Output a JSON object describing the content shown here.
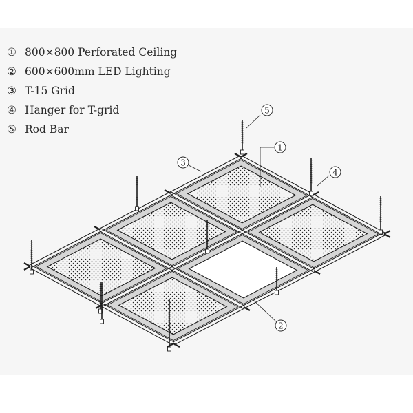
{
  "legend": [
    {
      "num": "①",
      "text": "800×800 Perforated Ceiling"
    },
    {
      "num": "②",
      "text": "600×600mm LED Lighting"
    },
    {
      "num": "③",
      "text": "T-15 Grid"
    },
    {
      "num": "④",
      "text": "Hanger for T-grid"
    },
    {
      "num": "⑤",
      "text": "Rod Bar"
    }
  ],
  "callouts": {
    "c1": "1",
    "c2": "2",
    "c3": "3",
    "c4": "4",
    "c5": "5"
  },
  "colors": {
    "panel_bg": "#f6f6f6",
    "line": "#1e1e1e",
    "frame": "#d6d6d6",
    "perforation": "#2a2a2a",
    "light_panel": "#ffffff"
  }
}
